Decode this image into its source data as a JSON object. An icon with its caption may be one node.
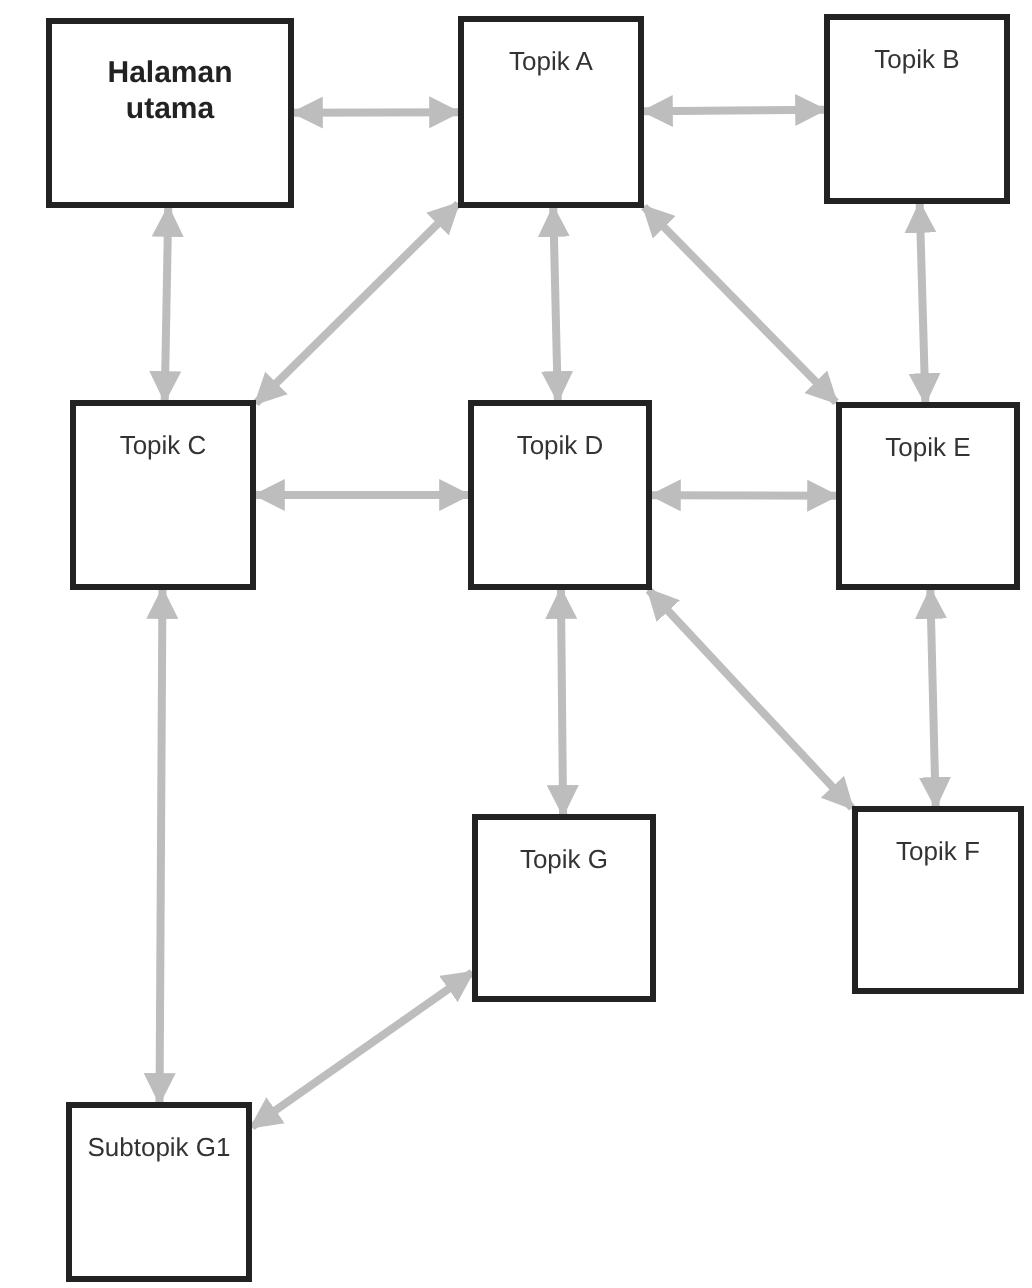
{
  "diagram": {
    "nodes": [
      {
        "text": [
          "Halaman utama"
        ]
      },
      {
        "text": [
          "Topik A"
        ]
      },
      {
        "text": [
          "Topik B"
        ]
      },
      {
        "text": [
          "Topik C"
        ]
      },
      {
        "text": [
          "Topik D"
        ]
      },
      {
        "text": [
          "Topik E"
        ]
      },
      {
        "text": [
          "Topik G"
        ]
      },
      {
        "text": [
          "Topik F"
        ]
      },
      {
        "text": [
          "Subtopik G1"
        ]
      }
    ],
    "edges": [
      {
        "from": 0,
        "to": 1,
        "arrow": "both"
      },
      {
        "from": 1,
        "to": 2,
        "arrow": "both"
      },
      {
        "from": 0,
        "to": 3,
        "arrow": "both"
      },
      {
        "from": 3,
        "to": 1,
        "arrow": "both"
      },
      {
        "from": 1,
        "to": 4,
        "arrow": "both"
      },
      {
        "from": 1,
        "to": 5,
        "arrow": "both"
      },
      {
        "from": 2,
        "to": 5,
        "arrow": "both"
      },
      {
        "from": 3,
        "to": 4,
        "arrow": "both"
      },
      {
        "from": 4,
        "to": 5,
        "arrow": "both"
      },
      {
        "from": 3,
        "to": 8,
        "arrow": "both"
      },
      {
        "from": 4,
        "to": 6,
        "arrow": "both"
      },
      {
        "from": 4,
        "to": 7,
        "arrow": "both"
      },
      {
        "from": 5,
        "to": 7,
        "arrow": "both"
      },
      {
        "from": 8,
        "to": 6,
        "arrow": "both"
      }
    ]
  }
}
